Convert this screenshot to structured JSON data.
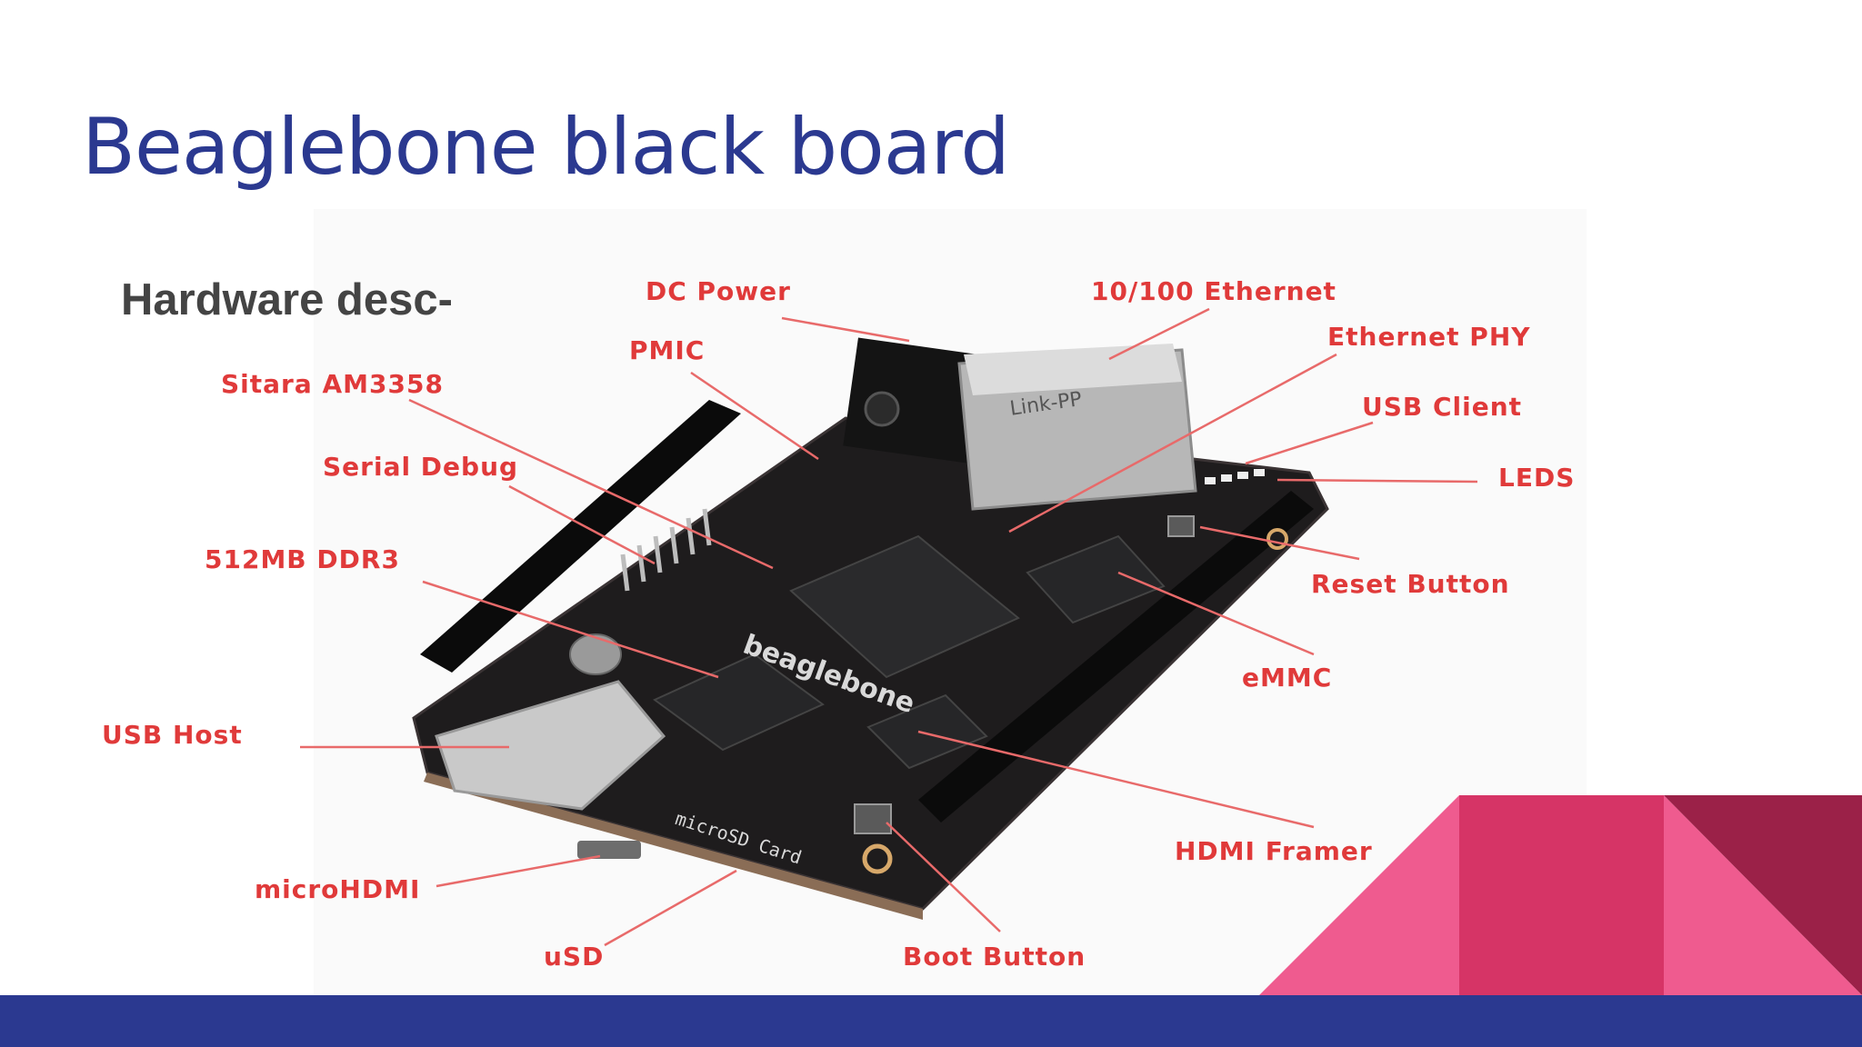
{
  "slide": {
    "title": "Beaglebone black board",
    "subtitle": "Hardware desc-"
  },
  "callouts": {
    "dc_power": "DC Power",
    "ethernet": "10/100 Ethernet",
    "pmic": "PMIC",
    "ethernet_phy": "Ethernet PHY",
    "sitara": "Sitara AM3358",
    "usb_client": "USB Client",
    "leds": "LEDS",
    "serial_debug": "Serial Debug",
    "ddr3": "512MB DDR3",
    "reset_button": "Reset Button",
    "emmc": "eMMC",
    "usb_host": "USB Host",
    "hdmi_framer": "HDMI Framer",
    "micro_hdmi": "microHDMI",
    "usd": "uSD",
    "boot_button": "Boot Button"
  },
  "board_silkscreen": {
    "brand": "beaglebone",
    "sd_label": "microSD Card",
    "jack_label": "Link-PP"
  },
  "colors": {
    "title": "#2b3990",
    "callout": "#e03a3a",
    "footer": "#2b3990",
    "pink_light": "#ef5b8f",
    "pink_mid": "#d63466",
    "pink_dark": "#9b2148"
  }
}
